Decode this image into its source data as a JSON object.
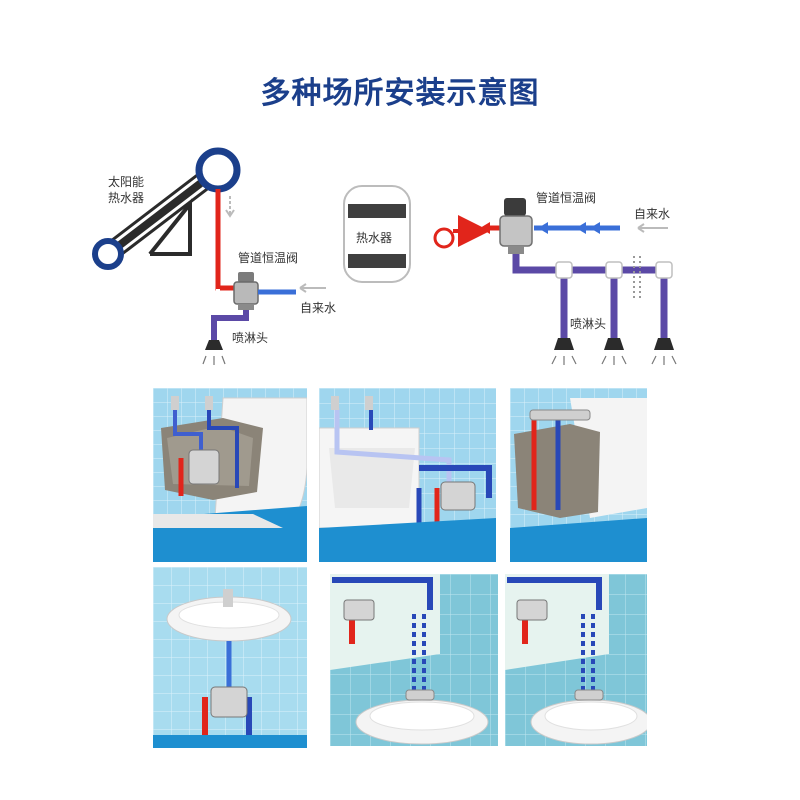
{
  "title": "多种场所安装示意图",
  "solar": {
    "collector_label_1": "太阳能",
    "collector_label_2": "热水器",
    "valve_label": "管道恒温阀",
    "cold_label": "自来水",
    "shower_label": "喷淋头"
  },
  "heater": {
    "tank_label": "热水器",
    "valve_label": "管道恒温阀",
    "cold_label": "自来水",
    "shower_label": "喷淋头"
  },
  "colors": {
    "title": "#1b3f8b",
    "hot": "#e1251b",
    "cold": "#3a6fd8",
    "mixed": "#5b49a6",
    "tile": "#8ecde8",
    "floor": "#1e8fd0"
  },
  "photos": [
    {
      "id": "bathtub-1"
    },
    {
      "id": "bathtub-2"
    },
    {
      "id": "wall-heater"
    },
    {
      "id": "basin-1"
    },
    {
      "id": "basin-2"
    },
    {
      "id": "basin-3"
    }
  ]
}
